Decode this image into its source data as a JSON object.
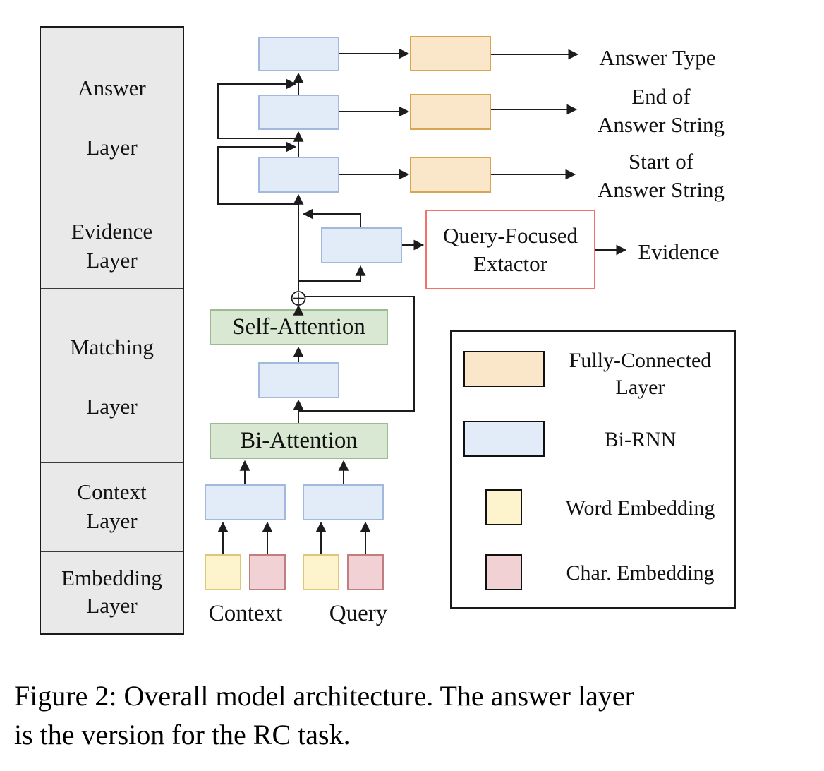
{
  "sidebar": {
    "sections": [
      {
        "line1": "Answer",
        "line2": "Layer"
      },
      {
        "line1": "Evidence",
        "line2": "Layer"
      },
      {
        "line1": "Matching",
        "line2": "Layer"
      },
      {
        "line1": "Context",
        "line2": "Layer"
      },
      {
        "line1": "Embedding",
        "line2": "Layer"
      }
    ]
  },
  "diagram": {
    "outputs": {
      "answer_type": "Answer Type",
      "end_line1": "End of",
      "end_line2": "Answer String",
      "start_line1": "Start of",
      "start_line2": "Answer String",
      "evidence": "Evidence"
    },
    "nodes": {
      "self_attention": "Self-Attention",
      "bi_attention": "Bi-Attention",
      "extractor_line1": "Query-Focused",
      "extractor_line2": "Extactor"
    },
    "inputs": {
      "context": "Context",
      "query": "Query"
    },
    "operator": "circled-plus"
  },
  "legend": {
    "items": [
      {
        "line1": "Fully-Connected",
        "line2": "Layer",
        "fill": "#fae6c9",
        "stroke": "#d8a553"
      },
      {
        "label": "Bi-RNN",
        "fill": "#e2ebf8",
        "stroke": "#a2b8dc"
      },
      {
        "label": "Word Embedding",
        "fill": "#fdf4cd",
        "stroke": "#ddc878"
      },
      {
        "label": "Char. Embedding",
        "fill": "#f1d1d3",
        "stroke": "#c07e81"
      }
    ]
  },
  "figure": {
    "caption_line1": "Figure 2: Overall model architecture. The answer layer",
    "caption_line2": "is the version for the RC task."
  },
  "colors": {
    "bi_rnn_fill": "#e2ebf8",
    "bi_rnn_stroke": "#a2b8dc",
    "attention_fill": "#d9e8d2",
    "attention_stroke": "#9dbb90",
    "fully_connected_fill": "#fae6c9",
    "fully_connected_stroke": "#d8a553",
    "word_embedding_fill": "#fdf4cd",
    "word_embedding_stroke": "#ddc878",
    "char_embedding_fill": "#f1d1d3",
    "char_embedding_stroke": "#c07e81",
    "extractor_stroke": "#f4726a",
    "sidebar_fill": "#e9e9e9",
    "connector": "#1c1c1c"
  }
}
